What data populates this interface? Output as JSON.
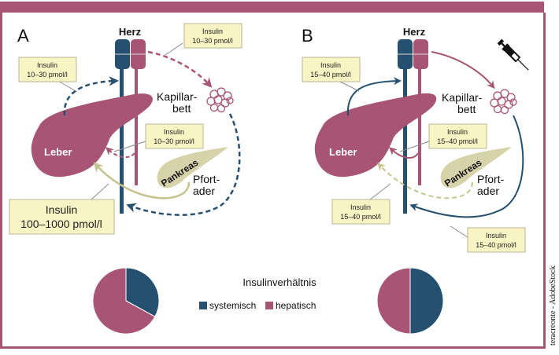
{
  "colors": {
    "frame": "#a85475",
    "systemic": "#25506f",
    "hepatic": "#a85475",
    "pancreas": "#d6d2aa",
    "portal": "#c5c48e",
    "label_bg": "#f8f4c4"
  },
  "panels": [
    {
      "letter": "A",
      "heart_label": "Herz",
      "liver_label": "Leber",
      "pancreas_label": "Pankreas",
      "capillary_label_1": "Kapillar-",
      "capillary_label_2": "bett",
      "portal_label_1": "Pfort-",
      "portal_label_2": "ader",
      "flow_style": "dashed-systemic",
      "has_syringe": false,
      "labels": [
        {
          "name": "heart-to-capillary",
          "line1": "Insulin",
          "line2": "10–30 pmol/l"
        },
        {
          "name": "liver-to-heart",
          "line1": "Insulin",
          "line2": "10–30 pmol/l"
        },
        {
          "name": "hepatic-artery",
          "line1": "Insulin",
          "line2": "10–30 pmol/l"
        },
        {
          "name": "portal-vein",
          "line1": "Insulin",
          "line2": "100–1000 pmol/l"
        }
      ]
    },
    {
      "letter": "B",
      "heart_label": "Herz",
      "liver_label": "Leber",
      "pancreas_label": "Pankreas",
      "capillary_label_1": "Kapillar-",
      "capillary_label_2": "bett",
      "portal_label_1": "Pfort-",
      "portal_label_2": "ader",
      "flow_style": "solid-systemic",
      "has_syringe": true,
      "labels": [
        {
          "name": "liver-to-heart",
          "line1": "Insulin",
          "line2": "15–40 pmol/l"
        },
        {
          "name": "hepatic-artery",
          "line1": "Insulin",
          "line2": "15–40 pmol/l"
        },
        {
          "name": "portal-vein",
          "line1": "Insulin",
          "line2": "15–40 pmol/l"
        },
        {
          "name": "capillary-to-heart",
          "line1": "Insulin",
          "line2": "15–40 pmol/l"
        }
      ]
    }
  ],
  "legend": {
    "title": "Insulinverhältnis",
    "items": [
      {
        "label": "systemisch",
        "color": "#25506f"
      },
      {
        "label": "hepatisch",
        "color": "#a85475"
      }
    ]
  },
  "chart_data": [
    {
      "type": "pie",
      "title": "Insulinverhältnis A",
      "categories": [
        "systemisch",
        "hepatisch"
      ],
      "values": [
        33,
        67
      ],
      "colors": [
        "#25506f",
        "#a85475"
      ]
    },
    {
      "type": "pie",
      "title": "Insulinverhältnis B",
      "categories": [
        "systemisch",
        "hepatisch"
      ],
      "values": [
        50,
        50
      ],
      "colors": [
        "#25506f",
        "#a85475"
      ]
    }
  ],
  "credit": "teracreonte - AdobeStock"
}
